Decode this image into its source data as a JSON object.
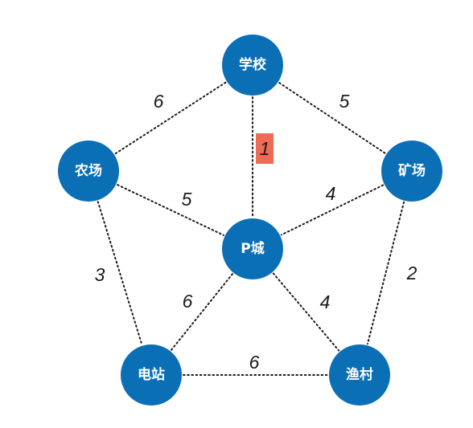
{
  "nodes": {
    "school": "学校",
    "farm": "农场",
    "mine": "矿场",
    "city": "P城",
    "station": "电站",
    "village": "渔村"
  },
  "edges": [
    {
      "from": "school",
      "to": "farm",
      "weight": "6"
    },
    {
      "from": "school",
      "to": "mine",
      "weight": "5"
    },
    {
      "from": "school",
      "to": "city",
      "weight": "1",
      "highlighted": true
    },
    {
      "from": "farm",
      "to": "city",
      "weight": "5"
    },
    {
      "from": "mine",
      "to": "city",
      "weight": "4"
    },
    {
      "from": "farm",
      "to": "station",
      "weight": "3"
    },
    {
      "from": "mine",
      "to": "village",
      "weight": "2"
    },
    {
      "from": "city",
      "to": "station",
      "weight": "6"
    },
    {
      "from": "city",
      "to": "village",
      "weight": "4"
    },
    {
      "from": "station",
      "to": "village",
      "weight": "6"
    }
  ],
  "colors": {
    "node": "#0b6fb6",
    "highlight": "#f06b56",
    "edge": "#1a1a1a"
  }
}
